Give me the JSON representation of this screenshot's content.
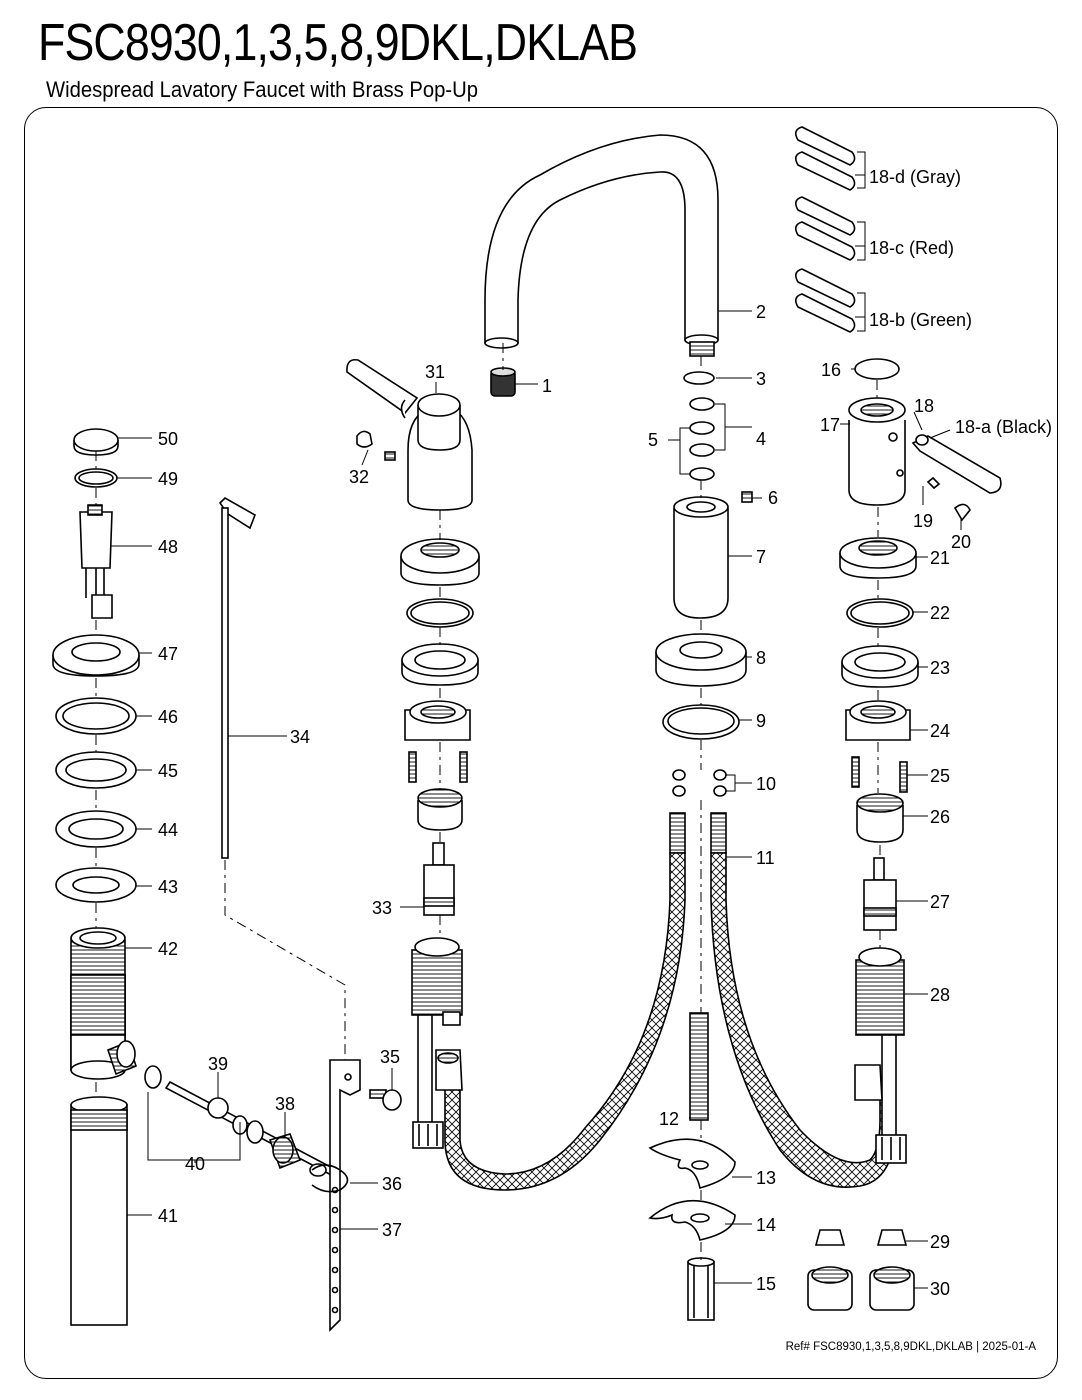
{
  "header": {
    "title": "FSC8930,1,3,5,8,9DKL,DKLAB",
    "subtitle": "Widespread Lavatory Faucet with Brass Pop-Up"
  },
  "labels": {
    "p1": "1",
    "p2": "2",
    "p3": "3",
    "p4": "4",
    "p5": "5",
    "p6": "6",
    "p7": "7",
    "p8": "8",
    "p9": "9",
    "p10": "10",
    "p11": "11",
    "p12": "12",
    "p13": "13",
    "p14": "14",
    "p15": "15",
    "p16": "16",
    "p17": "17",
    "p18": "18",
    "p18a": "18-a (Black)",
    "p18b": "18-b (Green)",
    "p18c": "18-c (Red)",
    "p18d": "18-d (Gray)",
    "p19": "19",
    "p20": "20",
    "p21": "21",
    "p22": "22",
    "p23": "23",
    "p24": "24",
    "p25": "25",
    "p26": "26",
    "p27": "27",
    "p28": "28",
    "p29": "29",
    "p30": "30",
    "p31": "31",
    "p32": "32",
    "p33": "33",
    "p34": "34",
    "p35": "35",
    "p36": "36",
    "p37": "37",
    "p38": "38",
    "p39": "39",
    "p40": "40",
    "p41": "41",
    "p42": "42",
    "p43": "43",
    "p44": "44",
    "p45": "45",
    "p46": "46",
    "p47": "47",
    "p48": "48",
    "p49": "49",
    "p50": "50"
  },
  "footer": {
    "ref": "Ref# FSC8930,1,3,5,8,9DKL,DKLAB | 2025-01-A"
  }
}
